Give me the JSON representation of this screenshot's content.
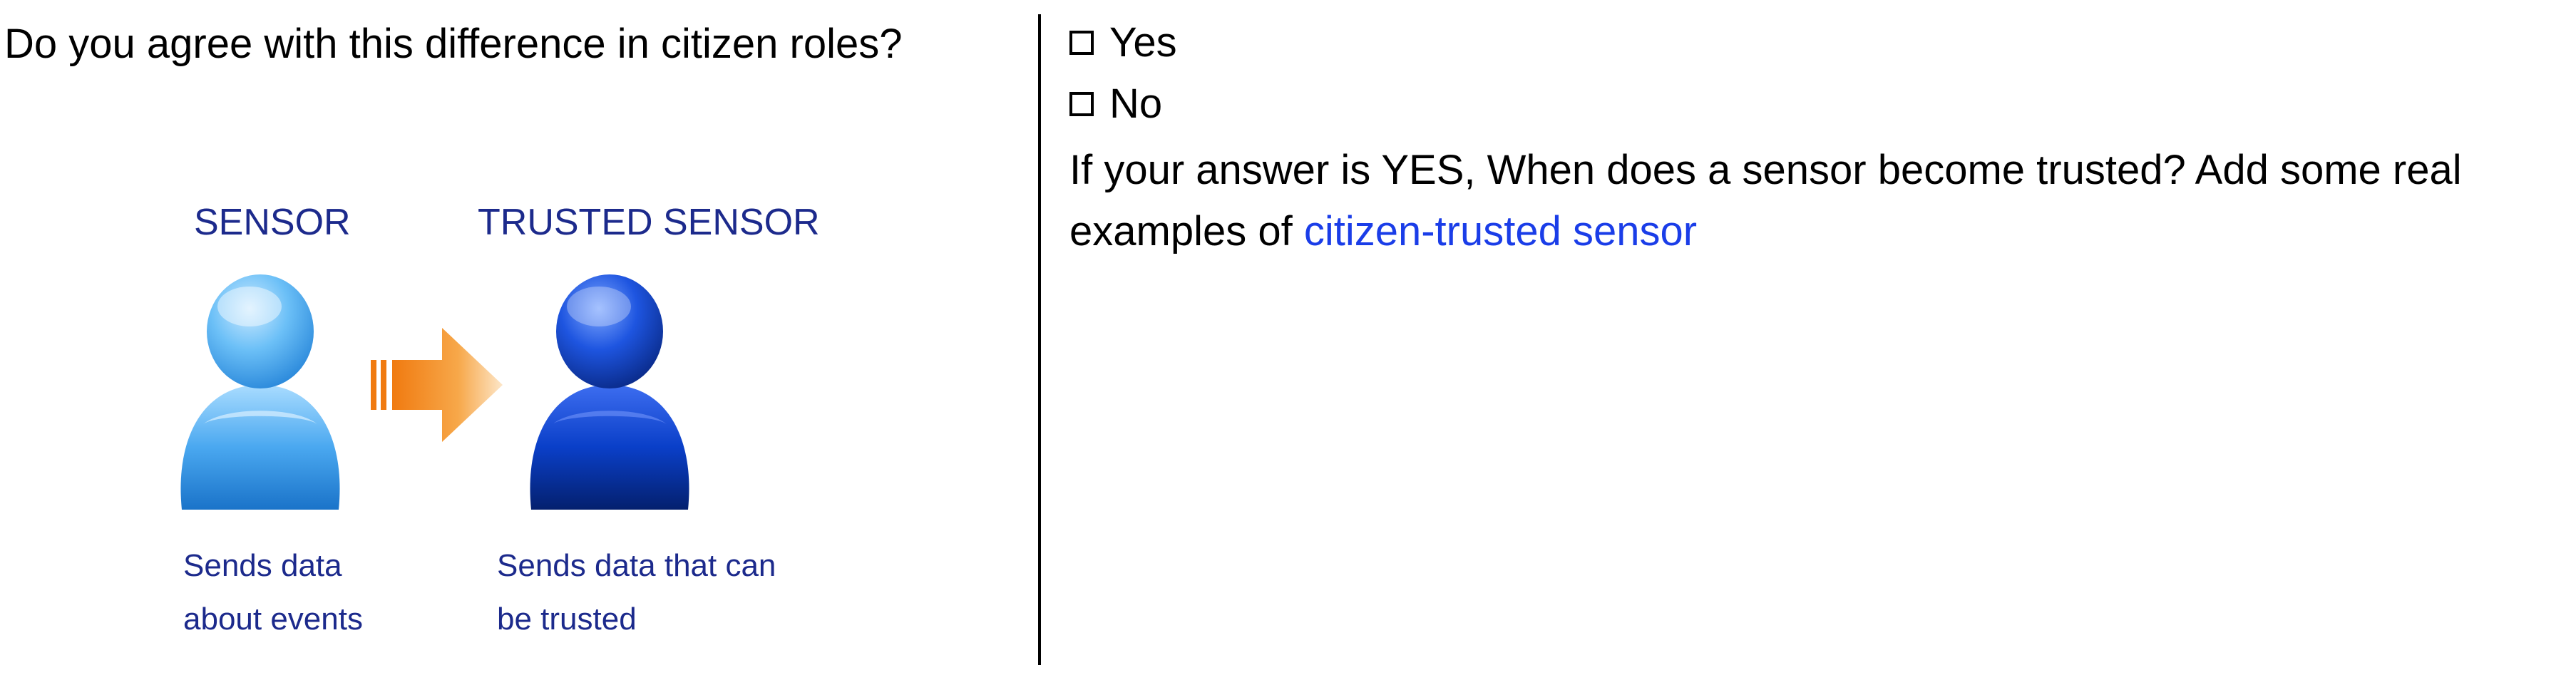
{
  "question": {
    "text": "Do you agree with this difference in citizen roles?"
  },
  "diagram": {
    "sensor": {
      "title": "SENSOR",
      "description_line1": "Sends data",
      "description_line2": "about events",
      "color": "#4aa8f0"
    },
    "trusted_sensor": {
      "title": "TRUSTED SENSOR",
      "description_line1": "Sends data that can",
      "description_line2": "be trusted",
      "color": "#0a3fc8"
    },
    "text_color": "#1c2a8c",
    "arrow_color": "#f08a1e"
  },
  "answers": {
    "yes_label": "Yes",
    "no_label": "No"
  },
  "followup": {
    "text_before": "If your answer is YES, When does a sensor become trusted? Add some real examples of ",
    "highlight": "citizen-trusted sensor",
    "highlight_color": "#1a3de8"
  }
}
